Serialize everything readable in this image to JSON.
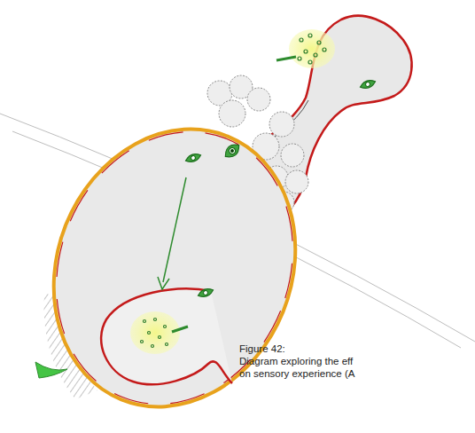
{
  "diagram": {
    "caption": "Figure 42:",
    "labels": [
      "Diagram exploring the eff",
      "on sensory experience (A"
    ]
  }
}
